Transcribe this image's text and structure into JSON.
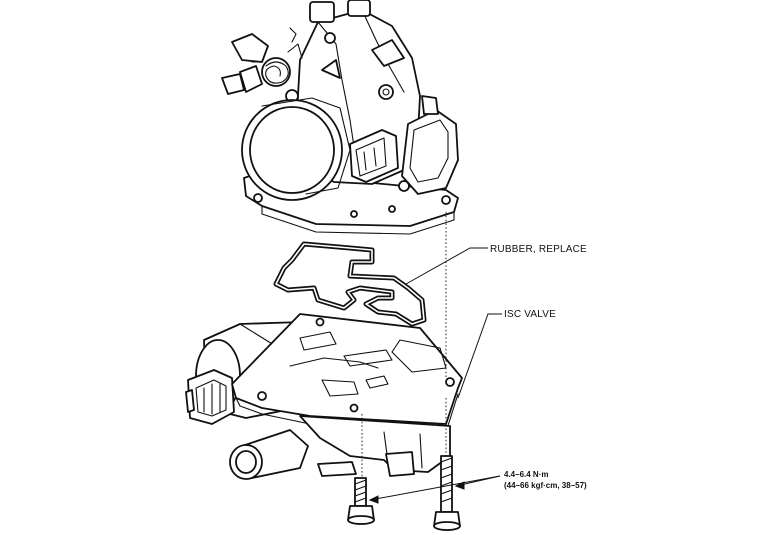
{
  "labels": {
    "gasket": "RUBBER, REPLACE",
    "valve": "ISC VALVE",
    "torque_line1": "4.4–6.4 N·m",
    "torque_line2": "(44–66 kgf·cm, 38–57)"
  },
  "colors": {
    "line": "#111111",
    "background": "#ffffff"
  }
}
